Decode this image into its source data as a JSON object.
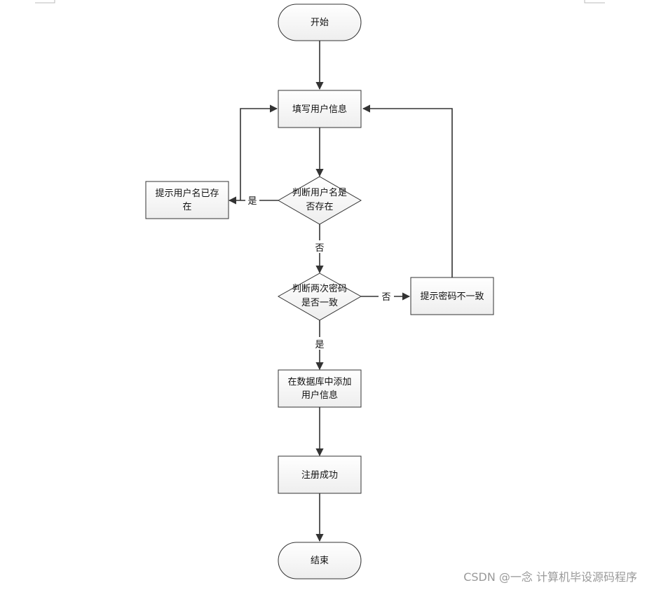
{
  "nodes": {
    "start": {
      "text": "开始"
    },
    "fill_info": {
      "text": "填写用户信息"
    },
    "check_user": {
      "line1": "判断用户名是",
      "line2": "否存在"
    },
    "user_exists": {
      "line1": "提示用户名已存",
      "line2": "在"
    },
    "check_pwd": {
      "line1": "判断两次密码",
      "line2": "是否一致"
    },
    "pwd_mismatch": {
      "text": "提示密码不一致"
    },
    "add_db": {
      "line1": "在数据库中添加",
      "line2": "用户信息"
    },
    "success": {
      "text": "注册成功"
    },
    "end": {
      "text": "结束"
    }
  },
  "edges": {
    "user_yes": "是",
    "user_no": "否",
    "pwd_no": "否",
    "pwd_yes": "是"
  },
  "watermark": "CSDN @一念 计算机毕设源码程序"
}
